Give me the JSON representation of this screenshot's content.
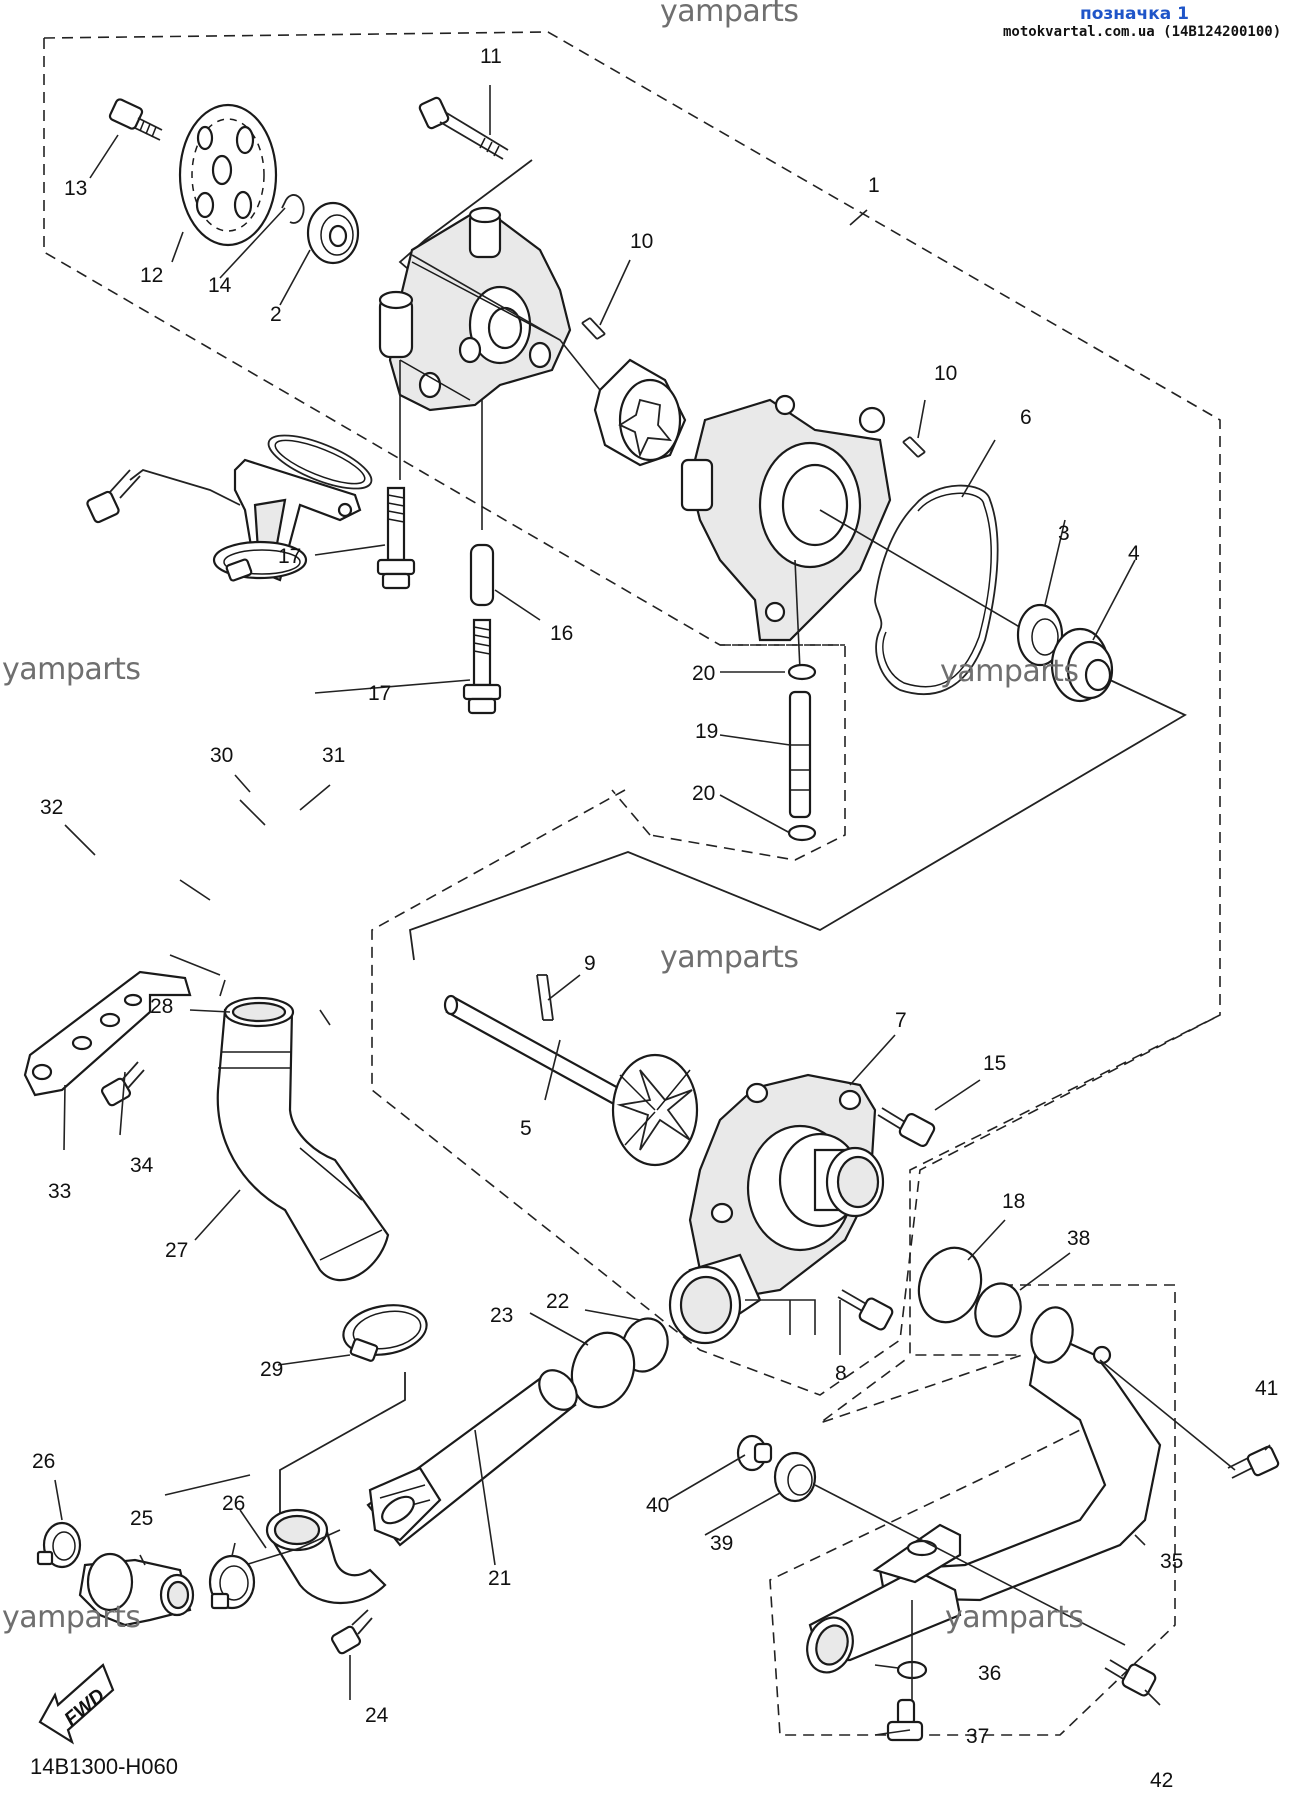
{
  "header": {
    "mark": "позначка 1",
    "source": "motokvartal.com.ua (14B124200100)"
  },
  "watermarks": [
    "yamparts",
    "yamparts",
    "yamparts",
    "yamparts",
    "yamparts",
    "yamparts"
  ],
  "diagram_code": "14B1300-H060",
  "fwd_label": "FWD",
  "callouts": [
    "1",
    "2",
    "3",
    "4",
    "5",
    "6",
    "7",
    "8",
    "9",
    "10",
    "10",
    "11",
    "12",
    "13",
    "14",
    "15",
    "16",
    "17",
    "17",
    "18",
    "19",
    "20",
    "20",
    "21",
    "22",
    "23",
    "24",
    "25",
    "26",
    "26",
    "27",
    "28",
    "29",
    "30",
    "31",
    "32",
    "33",
    "34",
    "35",
    "36",
    "37",
    "38",
    "39",
    "40",
    "41",
    "42"
  ]
}
